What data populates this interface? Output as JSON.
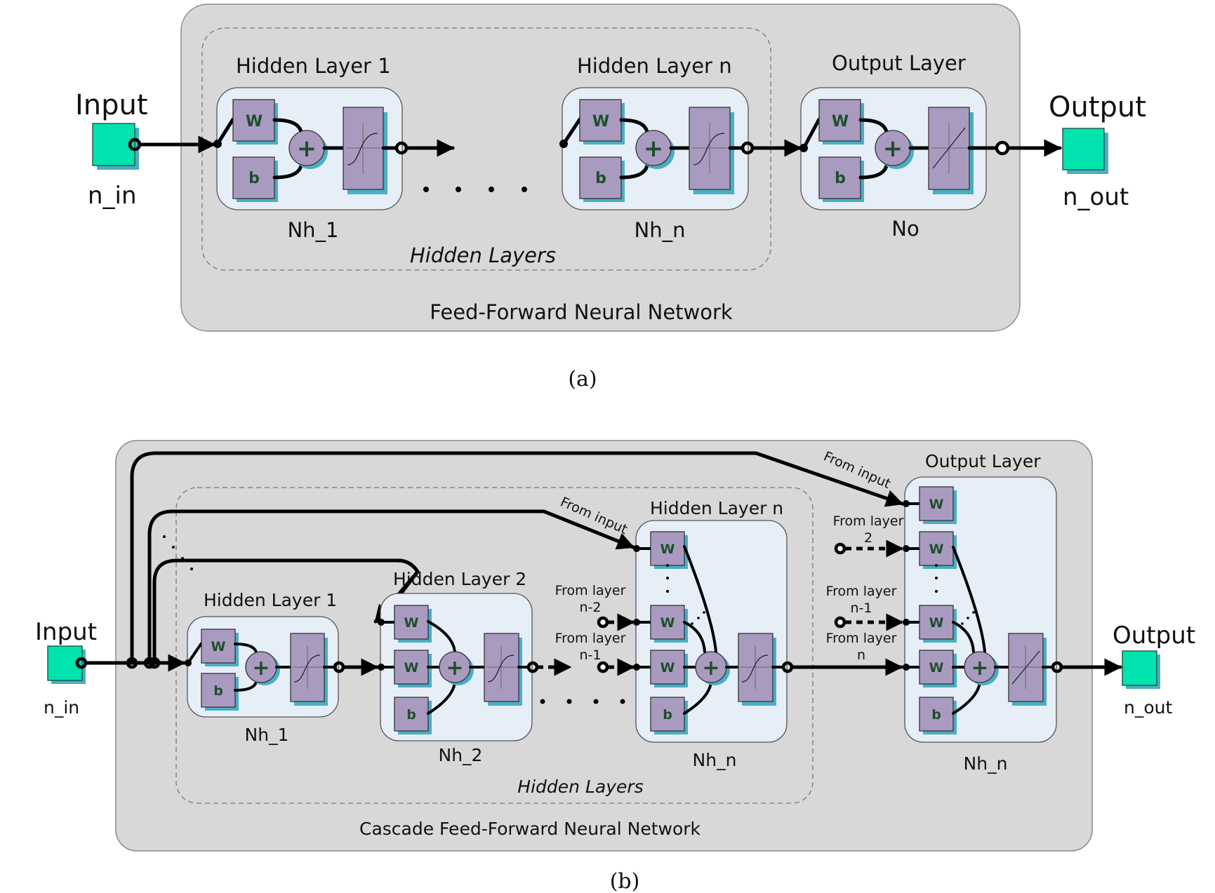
{
  "figure_a": {
    "panel_title": "Feed-Forward Neural Network",
    "group_label": "Hidden Layers",
    "input": {
      "label": "Input",
      "sublabel": "n_in"
    },
    "output": {
      "label": "Output",
      "sublabel": "n_out"
    },
    "layers": [
      {
        "title": "Hidden Layer 1",
        "size_label": "Nh_1",
        "activation": "sigmoid",
        "weight_label": "W",
        "bias_label": "b",
        "sum_label": "+"
      },
      {
        "title": "Hidden Layer n",
        "size_label": "Nh_n",
        "activation": "sigmoid",
        "weight_label": "W",
        "bias_label": "b",
        "sum_label": "+"
      },
      {
        "title": "Output Layer",
        "size_label": "No",
        "activation": "linear",
        "weight_label": "W",
        "bias_label": "b",
        "sum_label": "+"
      }
    ],
    "caption": "(a)"
  },
  "figure_b": {
    "panel_title": "Cascade Feed-Forward Neural Network",
    "group_label": "Hidden Layers",
    "input": {
      "label": "Input",
      "sublabel": "n_in"
    },
    "output": {
      "label": "Output",
      "sublabel": "n_out"
    },
    "layers": [
      {
        "title": "Hidden Layer 1",
        "size_label": "Nh_1",
        "activation": "sigmoid"
      },
      {
        "title": "Hidden Layer 2",
        "size_label": "Nh_2",
        "activation": "sigmoid"
      },
      {
        "title": "Hidden Layer n",
        "size_label": "Nh_n",
        "activation": "sigmoid"
      },
      {
        "title": "Output Layer",
        "size_label": "Nh_n",
        "activation": "linear"
      }
    ],
    "weight_label": "W",
    "bias_label": "b",
    "sum_label": "+",
    "connection_labels": {
      "from_input": "From input",
      "from_layer": "From layer",
      "n_minus_2": "n-2",
      "n_minus_1": "n-1",
      "layer_2": "2",
      "layer_n": "n"
    },
    "caption": "(b)"
  },
  "colors": {
    "panel": "#d8d8d8",
    "layer_box": "#e6eef8",
    "block": "#a99bc0",
    "block_shadow": "#4aaec4",
    "io_square": "#00e3ae",
    "block_text": "#1f4d2f"
  }
}
